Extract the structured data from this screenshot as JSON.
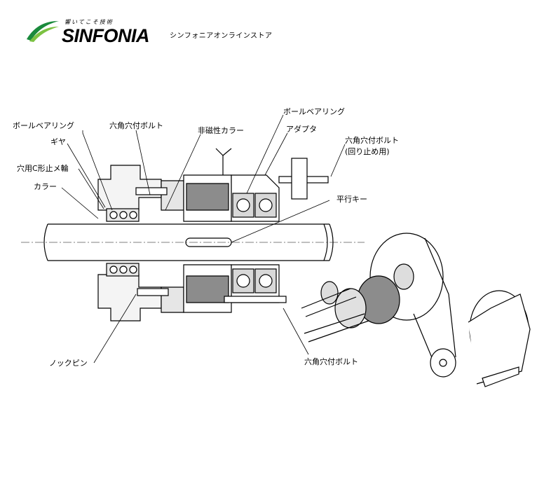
{
  "header": {
    "tagline": "響いてこそ技術",
    "brand": "SINFONIA",
    "store_name": "シンフォニアオンラインストア"
  },
  "colors": {
    "logo_green_dark": "#1a8a3c",
    "logo_green_light": "#7cc242",
    "line": "#000000",
    "shade": "#8c8c8c",
    "shade_light": "#cfcfcf"
  },
  "labels": {
    "ball_bearing_left": "ボールベアリング",
    "hex_bolt_top": "六角穴付ボルト",
    "non_magnetic_collar": "非磁性カラー",
    "ball_bearing_right": "ボールベアリング",
    "adapter": "アダプタ",
    "hex_bolt_stop": "六角穴付ボルト",
    "hex_bolt_stop_note": "(回り止め用)",
    "gear": "ギヤ",
    "snap_ring": "穴用C形止メ輪",
    "collar": "カラー",
    "parallel_key": "平行キー",
    "knock_pin": "ノックピン",
    "hex_bolt_bottom": "六角穴付ボルト"
  }
}
